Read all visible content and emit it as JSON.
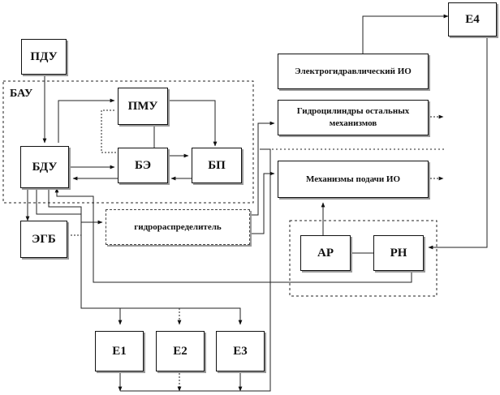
{
  "blocks": {
    "pdu": "ПДУ",
    "bau": "БАУ",
    "pmu": "ПМУ",
    "bdu": "БДУ",
    "be": "БЭ",
    "bp": "БП",
    "egb": "ЭГБ",
    "valve": "гидрораспределитель",
    "e1": "Е1",
    "e2": "Е2",
    "e3": "Е3",
    "e4": "Е4",
    "elec_io": "Электрогидравлический ИО",
    "cylinders": "Гидроцилиндры остальных механизмов",
    "feed": "Механизмы подачи ИО",
    "ar": "АР",
    "rn": "РН"
  }
}
